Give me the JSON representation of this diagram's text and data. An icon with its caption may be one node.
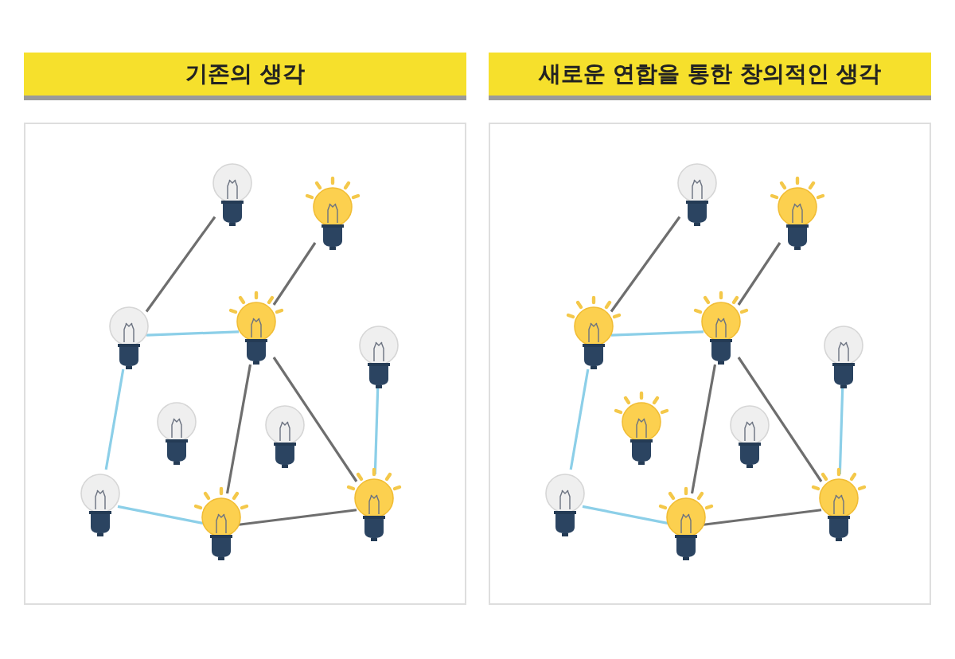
{
  "diagram": {
    "nodes": [
      {
        "text": [
          "기존의 생각"
        ]
      },
      {
        "text": [],
        "shape": "bulb",
        "in": 0
      },
      {
        "text": [],
        "shape": "lit-bulb",
        "in": 0
      },
      {
        "text": [],
        "shape": "bulb",
        "in": 0
      },
      {
        "text": [],
        "shape": "lit-bulb",
        "in": 0
      },
      {
        "text": [],
        "shape": "bulb",
        "in": 0
      },
      {
        "text": [],
        "shape": "bulb",
        "in": 0
      },
      {
        "text": [],
        "shape": "bulb",
        "in": 0
      },
      {
        "text": [],
        "shape": "bulb",
        "in": 0
      },
      {
        "text": [],
        "shape": "lit-bulb",
        "in": 0
      },
      {
        "text": [],
        "shape": "lit-bulb",
        "in": 0
      },
      {
        "text": [
          "새로운 연합을 통한 창의적인 생각"
        ]
      },
      {
        "text": [],
        "shape": "bulb",
        "in": 11
      },
      {
        "text": [],
        "shape": "lit-bulb",
        "in": 11
      },
      {
        "text": [],
        "shape": "lit-bulb",
        "in": 11
      },
      {
        "text": [],
        "shape": "lit-bulb",
        "in": 11
      },
      {
        "text": [],
        "shape": "bulb",
        "in": 11
      },
      {
        "text": [],
        "shape": "lit-bulb",
        "in": 11
      },
      {
        "text": [],
        "shape": "bulb",
        "in": 11
      },
      {
        "text": [],
        "shape": "bulb",
        "in": 11
      },
      {
        "text": [],
        "shape": "lit-bulb",
        "in": 11
      },
      {
        "text": [],
        "shape": "lit-bulb",
        "in": 11
      }
    ],
    "edges": [
      {
        "from": 1,
        "to": 3,
        "arrow": "none"
      },
      {
        "from": 2,
        "to": 4,
        "arrow": "none"
      },
      {
        "from": 3,
        "to": 4,
        "arrow": "none",
        "color": "#8ccfe8"
      },
      {
        "from": 3,
        "to": 8,
        "arrow": "none",
        "color": "#8ccfe8"
      },
      {
        "from": 4,
        "to": 9,
        "arrow": "none"
      },
      {
        "from": 4,
        "to": 10,
        "arrow": "none"
      },
      {
        "from": 5,
        "to": 10,
        "arrow": "none",
        "color": "#8ccfe8"
      },
      {
        "from": 8,
        "to": 9,
        "arrow": "none",
        "color": "#8ccfe8"
      },
      {
        "from": 9,
        "to": 10,
        "arrow": "none"
      },
      {
        "from": 12,
        "to": 14,
        "arrow": "none"
      },
      {
        "from": 13,
        "to": 15,
        "arrow": "none"
      },
      {
        "from": 14,
        "to": 15,
        "arrow": "none",
        "color": "#8ccfe8"
      },
      {
        "from": 14,
        "to": 19,
        "arrow": "none",
        "color": "#8ccfe8"
      },
      {
        "from": 15,
        "to": 20,
        "arrow": "none"
      },
      {
        "from": 15,
        "to": 21,
        "arrow": "none"
      },
      {
        "from": 16,
        "to": 21,
        "arrow": "none",
        "color": "#8ccfe8"
      },
      {
        "from": 19,
        "to": 20,
        "arrow": "none",
        "color": "#8ccfe8"
      },
      {
        "from": 20,
        "to": 21,
        "arrow": "none"
      }
    ]
  }
}
